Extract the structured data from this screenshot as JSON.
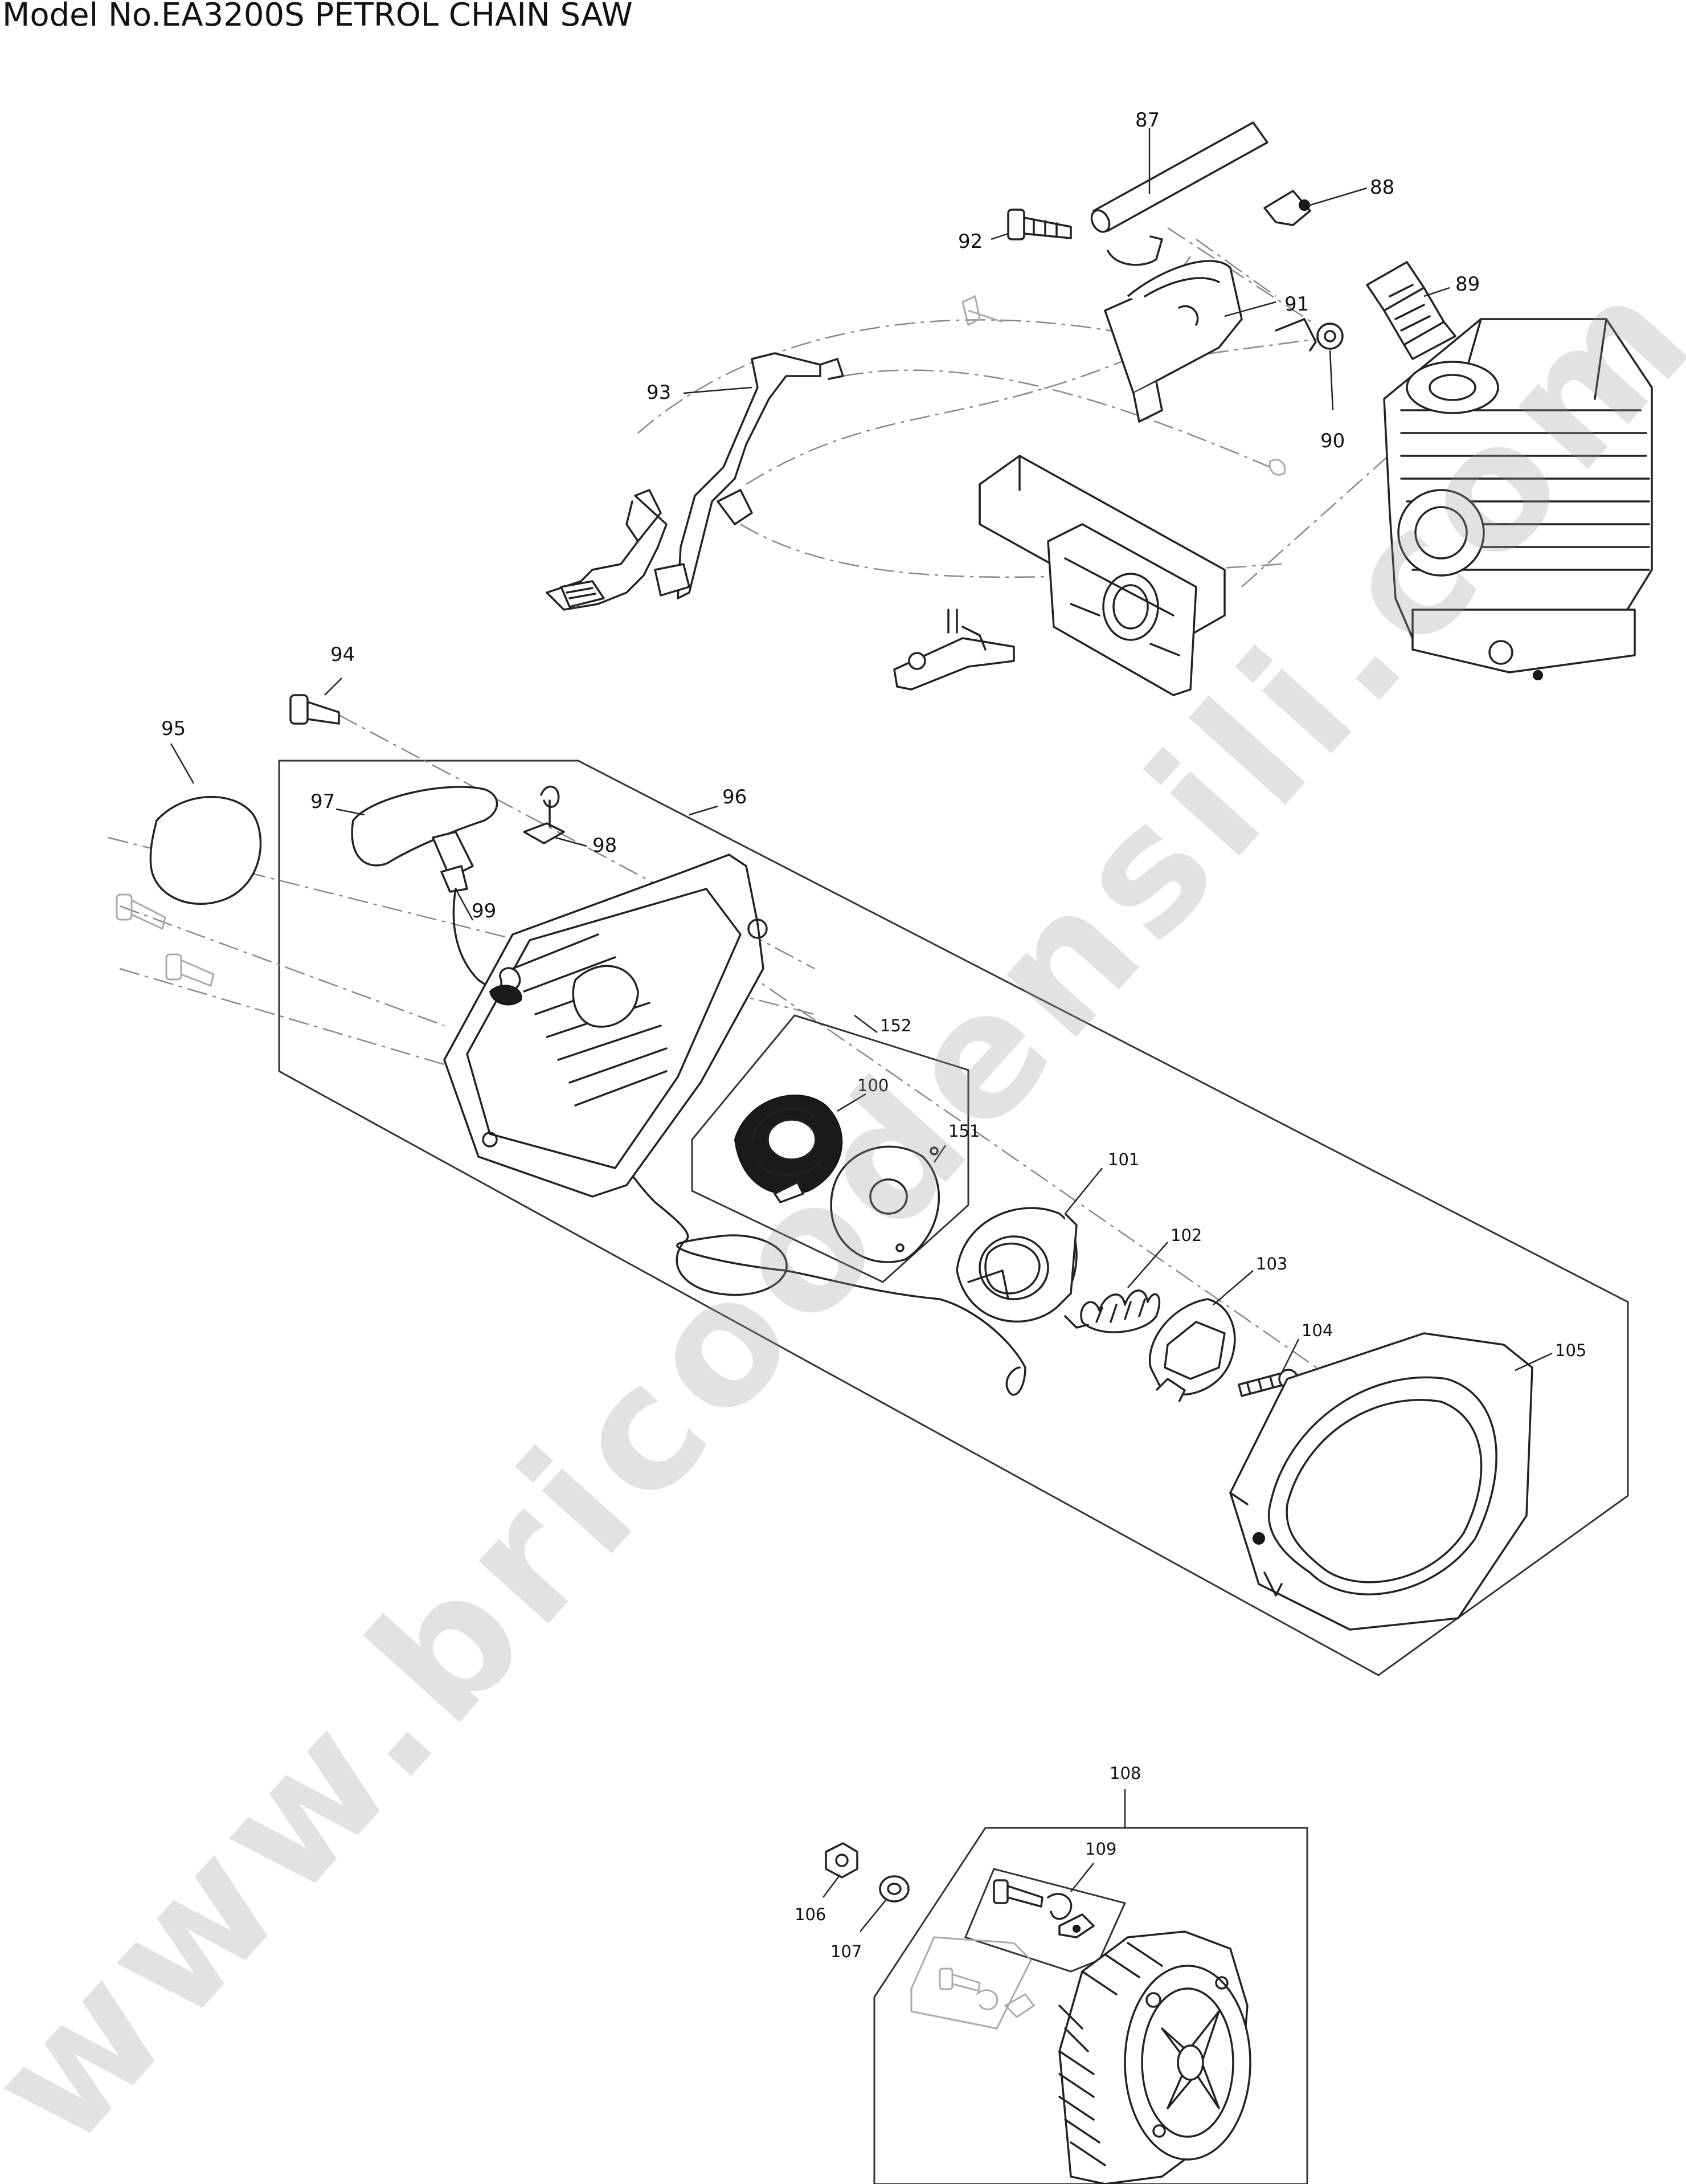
{
  "title": "Model No.EA3200S PETROL CHAIN SAW",
  "watermark": "www.bricoodensili.com",
  "callouts": {
    "c87": "87",
    "c88": "88",
    "c89": "89",
    "c90": "90",
    "c91": "91",
    "c92": "92",
    "c93": "93",
    "c94": "94",
    "c95": "95",
    "c96": "96",
    "c97": "97",
    "c98": "98",
    "c99": "99",
    "c100": "100",
    "c101": "101",
    "c102": "102",
    "c103": "103",
    "c104": "104",
    "c105": "105",
    "c106": "106",
    "c107": "107",
    "c108": "108",
    "c109": "109",
    "c151": "151",
    "c152": "152"
  }
}
